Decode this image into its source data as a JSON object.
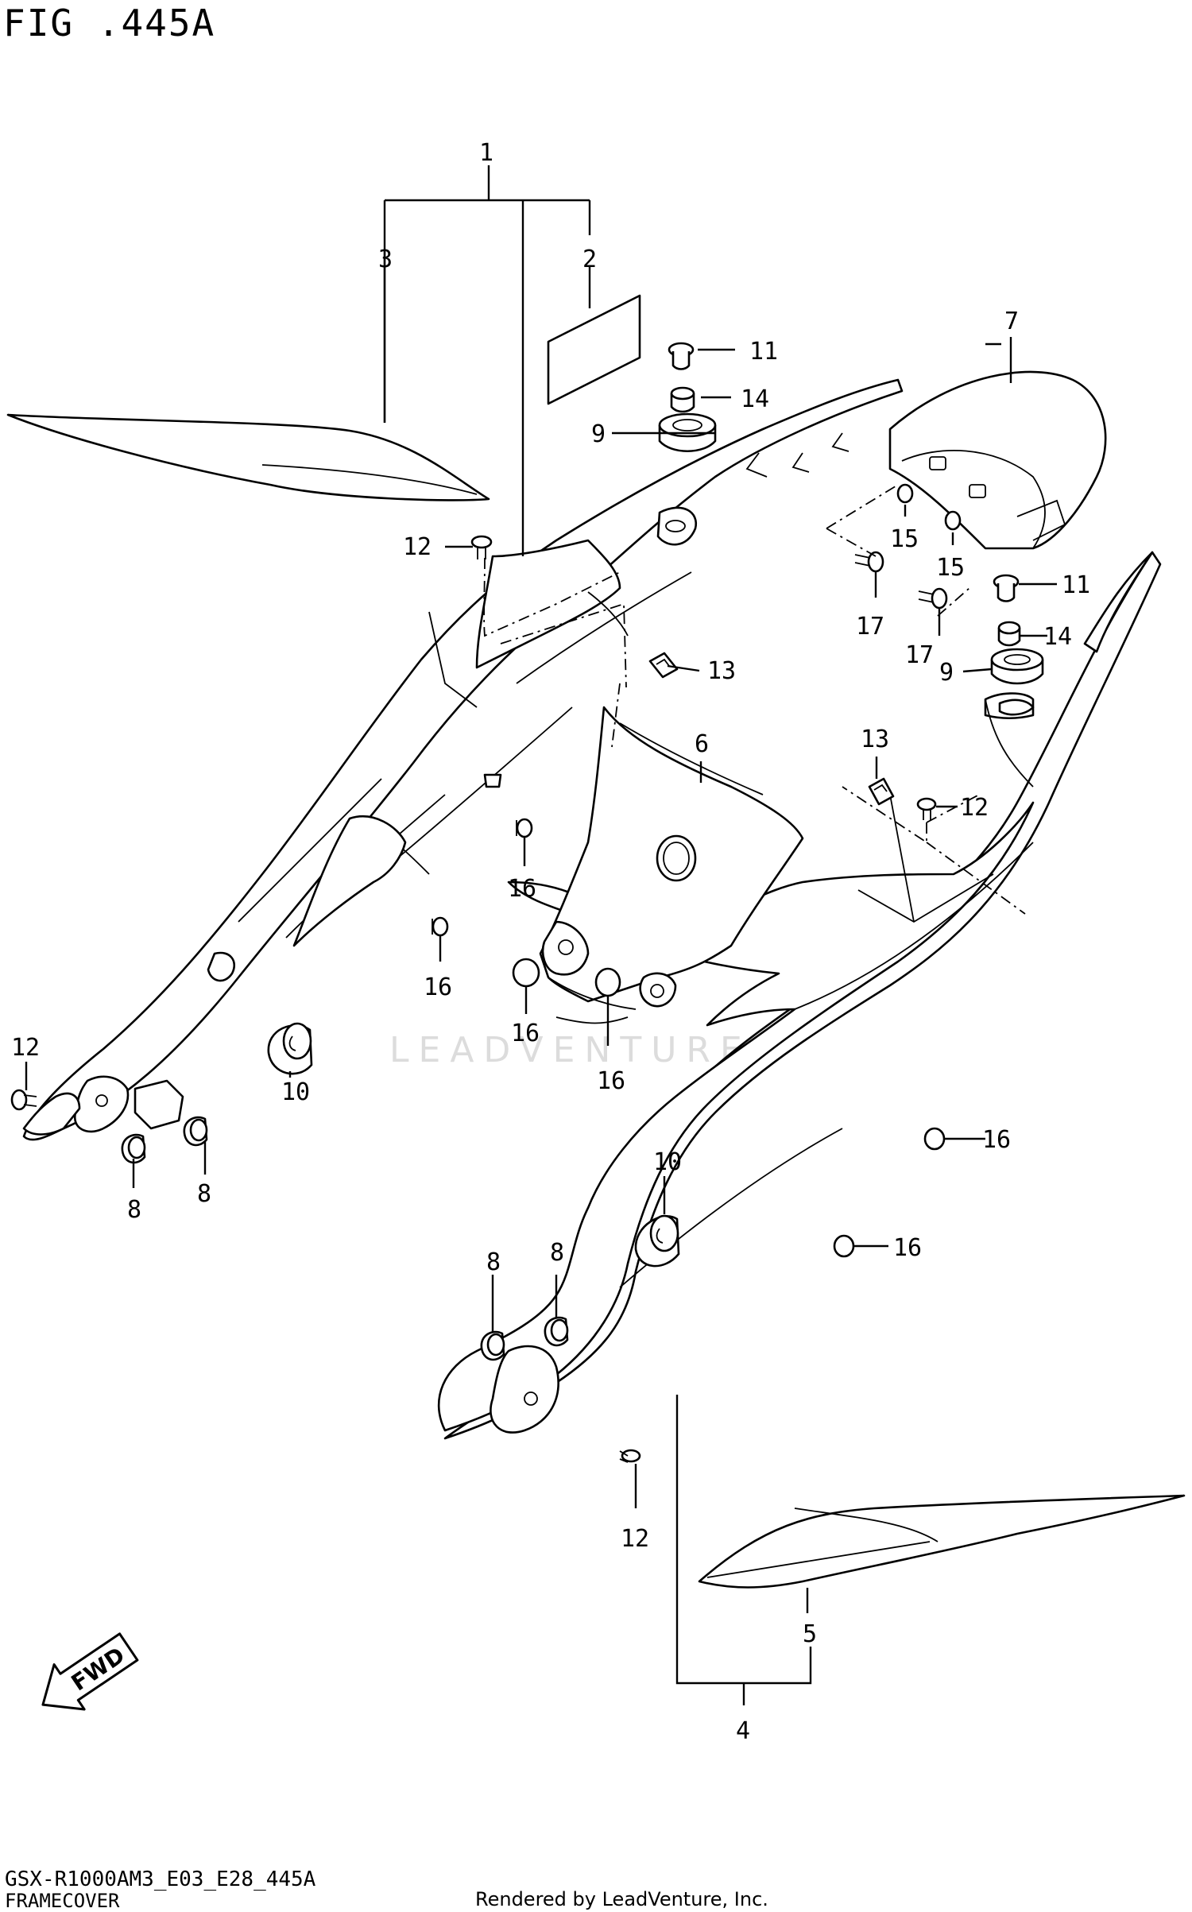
{
  "figure": {
    "title": "FIG .445A",
    "model_code": "GSX-R1000AM3_E03_E28_445A",
    "section_name": "FRAMECOVER",
    "credit": "Rendered by LeadVenture, Inc.",
    "watermark": "LEADVENTURE",
    "fwd_label": "FWD"
  },
  "callouts": [
    {
      "id": "c1",
      "label": "1"
    },
    {
      "id": "c2",
      "label": "2"
    },
    {
      "id": "c3",
      "label": "3"
    },
    {
      "id": "c4",
      "label": "4"
    },
    {
      "id": "c5",
      "label": "5"
    },
    {
      "id": "c6",
      "label": "6"
    },
    {
      "id": "c7",
      "label": "7"
    },
    {
      "id": "c8a",
      "label": "8"
    },
    {
      "id": "c8b",
      "label": "8"
    },
    {
      "id": "c8c",
      "label": "8"
    },
    {
      "id": "c8d",
      "label": "8"
    },
    {
      "id": "c9a",
      "label": "9"
    },
    {
      "id": "c9b",
      "label": "9"
    },
    {
      "id": "c10a",
      "label": "10"
    },
    {
      "id": "c10b",
      "label": "10"
    },
    {
      "id": "c11a",
      "label": "11"
    },
    {
      "id": "c11b",
      "label": "11"
    },
    {
      "id": "c12a",
      "label": "12"
    },
    {
      "id": "c12b",
      "label": "12"
    },
    {
      "id": "c12c",
      "label": "12"
    },
    {
      "id": "c12d",
      "label": "12"
    },
    {
      "id": "c13a",
      "label": "13"
    },
    {
      "id": "c13b",
      "label": "13"
    },
    {
      "id": "c14a",
      "label": "14"
    },
    {
      "id": "c14b",
      "label": "14"
    },
    {
      "id": "c15a",
      "label": "15"
    },
    {
      "id": "c15b",
      "label": "15"
    },
    {
      "id": "c16a",
      "label": "16"
    },
    {
      "id": "c16b",
      "label": "16"
    },
    {
      "id": "c16c",
      "label": "16"
    },
    {
      "id": "c16d",
      "label": "16"
    },
    {
      "id": "c16e",
      "label": "16"
    },
    {
      "id": "c16f",
      "label": "16"
    },
    {
      "id": "c17a",
      "label": "17"
    },
    {
      "id": "c17b",
      "label": "17"
    }
  ]
}
